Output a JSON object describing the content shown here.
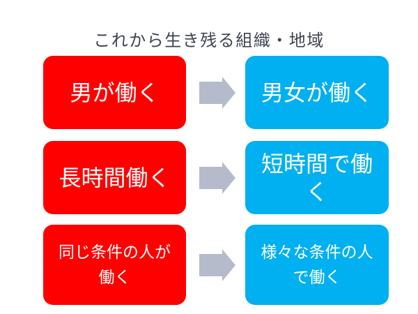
{
  "title": "これから生き残る組織・地域",
  "colors": {
    "background": "#ffffff",
    "title_text": "#3e4450",
    "red_box": "#ff0000",
    "blue_box": "#00b0f0",
    "box_text": "#ffffff",
    "arrow": "#b5bbca"
  },
  "icons": {
    "arrow": "right-block-arrow"
  },
  "rows": [
    {
      "left": {
        "lines": [
          "男が働く"
        ]
      },
      "right": {
        "lines": [
          "男女が働く"
        ]
      }
    },
    {
      "left": {
        "lines": [
          "長時間働く"
        ]
      },
      "right": {
        "lines": [
          "短時間で働く"
        ]
      }
    },
    {
      "left": {
        "lines": [
          "同じ条件の人が",
          "働く"
        ]
      },
      "right": {
        "lines": [
          "様々な条件の人",
          "で働く"
        ]
      }
    }
  ]
}
